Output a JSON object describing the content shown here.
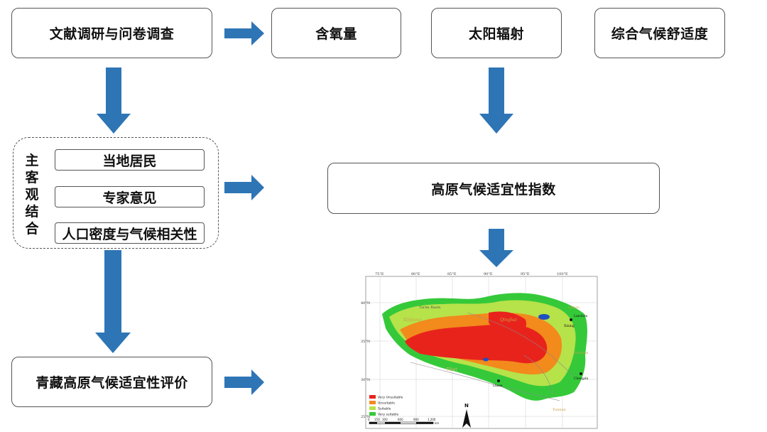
{
  "boxes": {
    "literature": "文献调研与问卷调查",
    "oxygen": "含氧量",
    "solar": "太阳辐射",
    "comfort": "综合气候舒适度",
    "index": "高原气候适宜性指数",
    "evaluation": "青藏高原气候适宜性评价"
  },
  "combined": {
    "vertical_label": [
      "主",
      "客",
      "观",
      "结",
      "合"
    ],
    "items": [
      "当地居民",
      "专家意见",
      "人口密度与气候相关性"
    ]
  },
  "map": {
    "top_ticks": [
      "75°E",
      "80°E",
      "85°E",
      "90°E",
      "95°E",
      "100°E"
    ],
    "left_ticks": [
      "40°N",
      "35°N",
      "30°N",
      "25°N"
    ],
    "legend": [
      "Very Unsuitable",
      "Unsuitable",
      "Suitable",
      "Very suitable"
    ],
    "legend_colors": [
      "#e8231c",
      "#f28a1c",
      "#b6e24a",
      "#35c93a"
    ],
    "scale": [
      "0",
      "150",
      "300",
      "600",
      "900",
      "1,200"
    ],
    "scale_unit": "km",
    "north": "N",
    "place_labels": [
      "Tarim Basin",
      "Tibet",
      "Gansu",
      "Sichuan",
      "Xinjiang",
      "Qinghai",
      "Yunnan",
      "Xining",
      "Lhasa",
      "Chengdu",
      "Lanzhou"
    ]
  },
  "colors": {
    "arrow": "#2e75b6",
    "border": "#555555"
  }
}
